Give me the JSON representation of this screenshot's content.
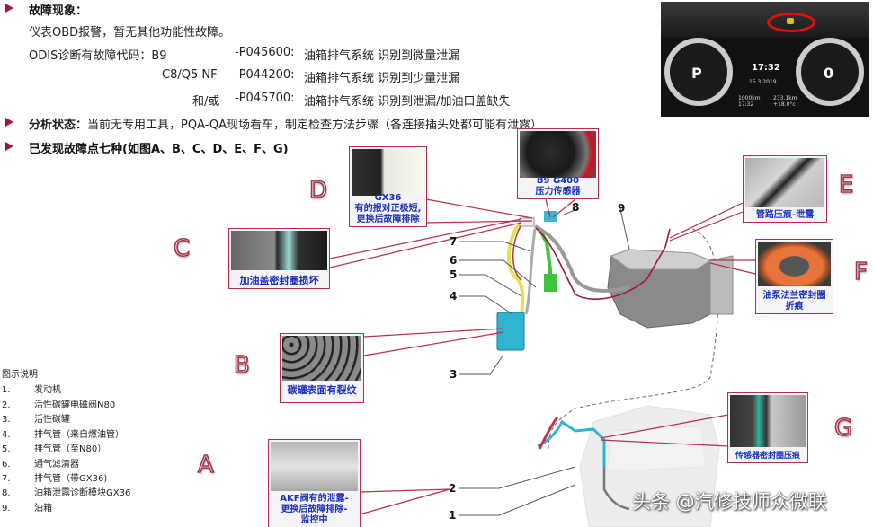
{
  "header": {
    "section1_title": "故障现象：",
    "symptom": "仪表OBD报警，暂无其他功能性故障。",
    "odis_prefix": "ODIS诊断有故障代码：",
    "codes": [
      {
        "model": "B9",
        "code": "-P045600:",
        "desc": "油箱排气系统 识别到微量泄漏"
      },
      {
        "model": "C8/Q5 NF",
        "code": "-P044200:",
        "desc": "油箱排气系统 识别到少量泄漏"
      },
      {
        "model": "和/或",
        "code": "-P045700:",
        "desc": "油箱排气系统 识别到泄漏/加油口盖缺失"
      }
    ],
    "section2_title": "分析状态：",
    "section2_text": "当前无专用工具，PQA-QA现场看车，制定检查方法步骤（各连接插头处都可能有泄露）",
    "section3_title": "已发现故障点七种(如图A、B、C、D、E、F、G)"
  },
  "dashboard_photo": {
    "gear": "P",
    "speed": "0",
    "time": "17:32",
    "date": "15.3.2019",
    "odometer": "1000km",
    "range": "233.1km",
    "temp": "+18.0°c",
    "clock2": "17:32"
  },
  "callouts": {
    "A": {
      "letter": "A",
      "caption": "AKF阀有的泄露-\n更换后故障排除-\n监控中"
    },
    "B": {
      "letter": "B",
      "caption": "碳罐表面有裂纹"
    },
    "C": {
      "letter": "C",
      "caption": "加油盖密封圈损坏"
    },
    "D": {
      "letter": "D",
      "caption": "GX36\n有的报对正极短,\n更换后故障排除"
    },
    "pressure": {
      "caption": "B9 G400\n压力传感器"
    },
    "E": {
      "letter": "E",
      "caption": "管路压痕-泄露"
    },
    "F": {
      "letter": "F",
      "caption": "油泵法兰密封圈\n折痕"
    },
    "G": {
      "letter": "G",
      "caption": "传感器密封圈压痕"
    }
  },
  "diagram_numbers": [
    "1",
    "2",
    "3",
    "4",
    "5",
    "6",
    "7",
    "8",
    "9"
  ],
  "legend": {
    "title": "图示说明",
    "items": [
      {
        "n": "1.",
        "label": "发动机"
      },
      {
        "n": "2.",
        "label": "活性碳罐电磁阀N80"
      },
      {
        "n": "3.",
        "label": "活性碳罐"
      },
      {
        "n": "4.",
        "label": "排气管（来自燃油管）"
      },
      {
        "n": "5.",
        "label": "排气管（至N80）"
      },
      {
        "n": "6.",
        "label": "通气滤清器"
      },
      {
        "n": "7.",
        "label": "排气管（带GX36)"
      },
      {
        "n": "8.",
        "label": "油箱泄露诊断模块GX36"
      },
      {
        "n": "9.",
        "label": "油箱"
      }
    ]
  },
  "watermark": "头条 @汽修技师众微联",
  "colors": {
    "accent": "#a0163c",
    "caption_blue": "#1a2fb8",
    "frame_red": "#b5304a"
  }
}
